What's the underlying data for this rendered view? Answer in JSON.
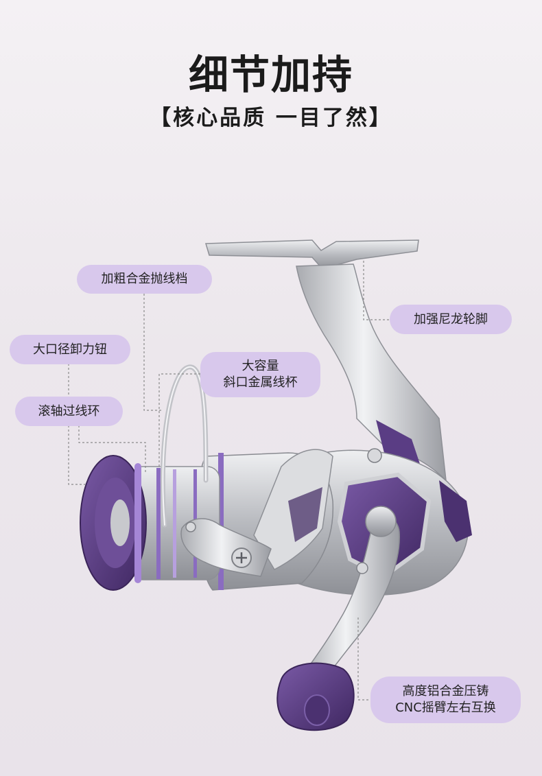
{
  "header": {
    "title": "细节加持",
    "subtitle": "【核心品质 一目了然】"
  },
  "callouts": {
    "bail": "加粗合金抛线档",
    "foot": "加强尼龙轮脚",
    "drag_knob": "大口径卸力钮",
    "spool_line1": "大容量",
    "spool_line2": "斜口金属线杯",
    "line_roller": "滚轴过线环",
    "handle_line1": "高度铝合金压铸",
    "handle_line2": "CNC摇臂左右互换"
  },
  "colors": {
    "label_bg": "#d8c8ec",
    "accent_purple": "#5a3d84",
    "silver": "#c9cacd"
  }
}
